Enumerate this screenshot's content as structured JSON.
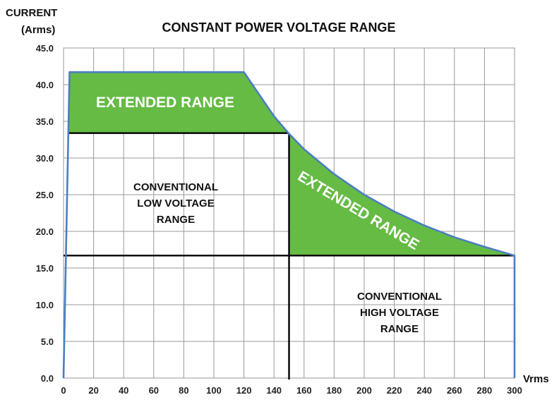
{
  "chart_data": {
    "type": "area",
    "title": "CONSTANT POWER VOLTAGE RANGE",
    "ylabel_line1": "CURRENT",
    "ylabel_line2": "(Arms)",
    "xlabel": "Vrms",
    "xlim": [
      0,
      300
    ],
    "ylim": [
      0,
      45
    ],
    "x_ticks": [
      0,
      20,
      40,
      60,
      80,
      100,
      120,
      140,
      160,
      180,
      200,
      220,
      240,
      260,
      280,
      300
    ],
    "y_ticks": [
      "0.0",
      "5.0",
      "10.0",
      "15.0",
      "20.0",
      "25.0",
      "30.0",
      "35.0",
      "40.0",
      "45.0"
    ],
    "grid": true,
    "series": [
      {
        "color": "#4a7fc0",
        "x": [
          0,
          4,
          120,
          130,
          140,
          150,
          160,
          180,
          200,
          220,
          240,
          260,
          280,
          300,
          300
        ],
        "y": [
          0,
          41.7,
          41.7,
          38.7,
          35.7,
          33.3,
          31.2,
          27.8,
          25.0,
          22.7,
          20.8,
          19.2,
          17.9,
          16.7,
          0
        ]
      }
    ],
    "boundary_lines": {
      "color": "#000000",
      "low_range_top_y": 33.4,
      "high_range_top_y": 16.7,
      "split_x": 150
    },
    "regions": {
      "extended_fill_color": "#66bb44",
      "extended_top": "EXTENDED RANGE",
      "extended_right": "EXTENDED RANGE",
      "conventional_low": [
        "CONVENTIONAL",
        "LOW VOLTAGE",
        "RANGE"
      ],
      "conventional_high": [
        "CONVENTIONAL",
        "HIGH VOLTAGE",
        "RANGE"
      ]
    }
  }
}
